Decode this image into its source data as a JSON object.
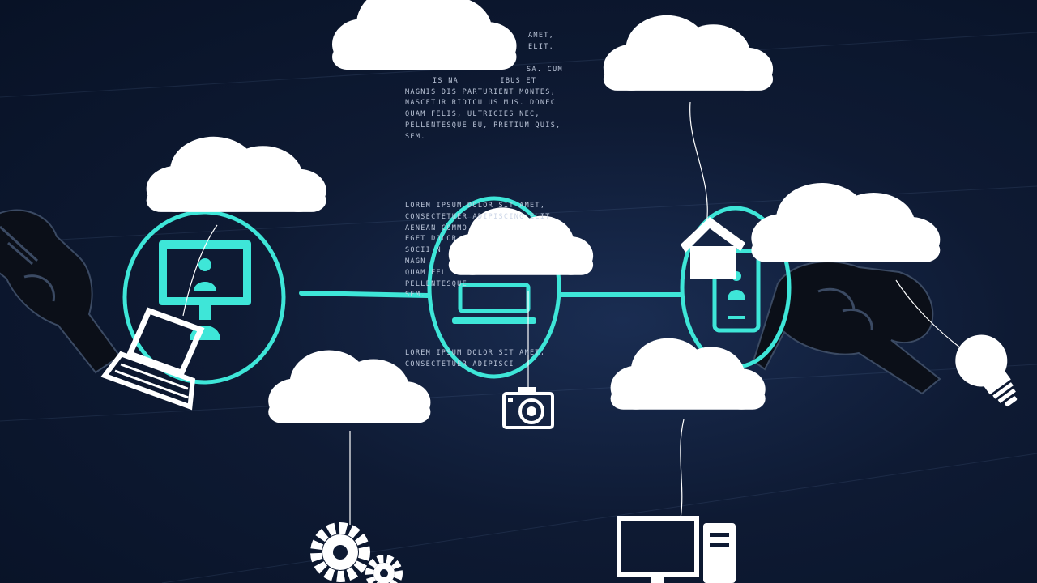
{
  "text_blocks": [
    {
      "lines": [
        "AMET,",
        "ELIT."
      ]
    },
    {
      "lines": [
        "SA. CUM",
        "IS NA        IBUS ET",
        "MAGNIS DIS PARTURIENT MONTES,",
        "NASCETUR RIDICULUS MUS. DONEC",
        "QUAM FELIS, ULTRICIES NEC,",
        "PELLENTESQUE EU, PRETIUM QUIS,",
        "SEM."
      ]
    },
    {
      "lines": [
        "LOREM IPSUM DOLOR SIT AMET,",
        "CONSECTETUER ADIPISCING ELIT.",
        "AENEAN COMMO",
        "EGET DOLOR",
        "SOCII N",
        "MAGN",
        "QUAM FEL",
        "PELLENTESQUE",
        "SEM."
      ]
    },
    {
      "lines": [
        "LOREM IPSUM DOLOR SIT AMET,",
        "CONSECTETUER ADIPISCI"
      ]
    }
  ],
  "icons": {
    "left_hand": "hand-pointing-icon",
    "right_hand": "hand-holding-icon",
    "laptop": "laptop-icon",
    "camera": "camera-icon",
    "gears": "gears-icon",
    "desktop": "desktop-computer-icon",
    "bulb": "lightbulb-icon",
    "house": "house-icon",
    "node_left": "monitor-user-icon",
    "node_middle": "laptop-icon",
    "node_right": "smartphone-user-icon"
  },
  "colors": {
    "accent": "#3ee6d8",
    "cloud": "#ffffff",
    "background": "#0e1a33"
  }
}
